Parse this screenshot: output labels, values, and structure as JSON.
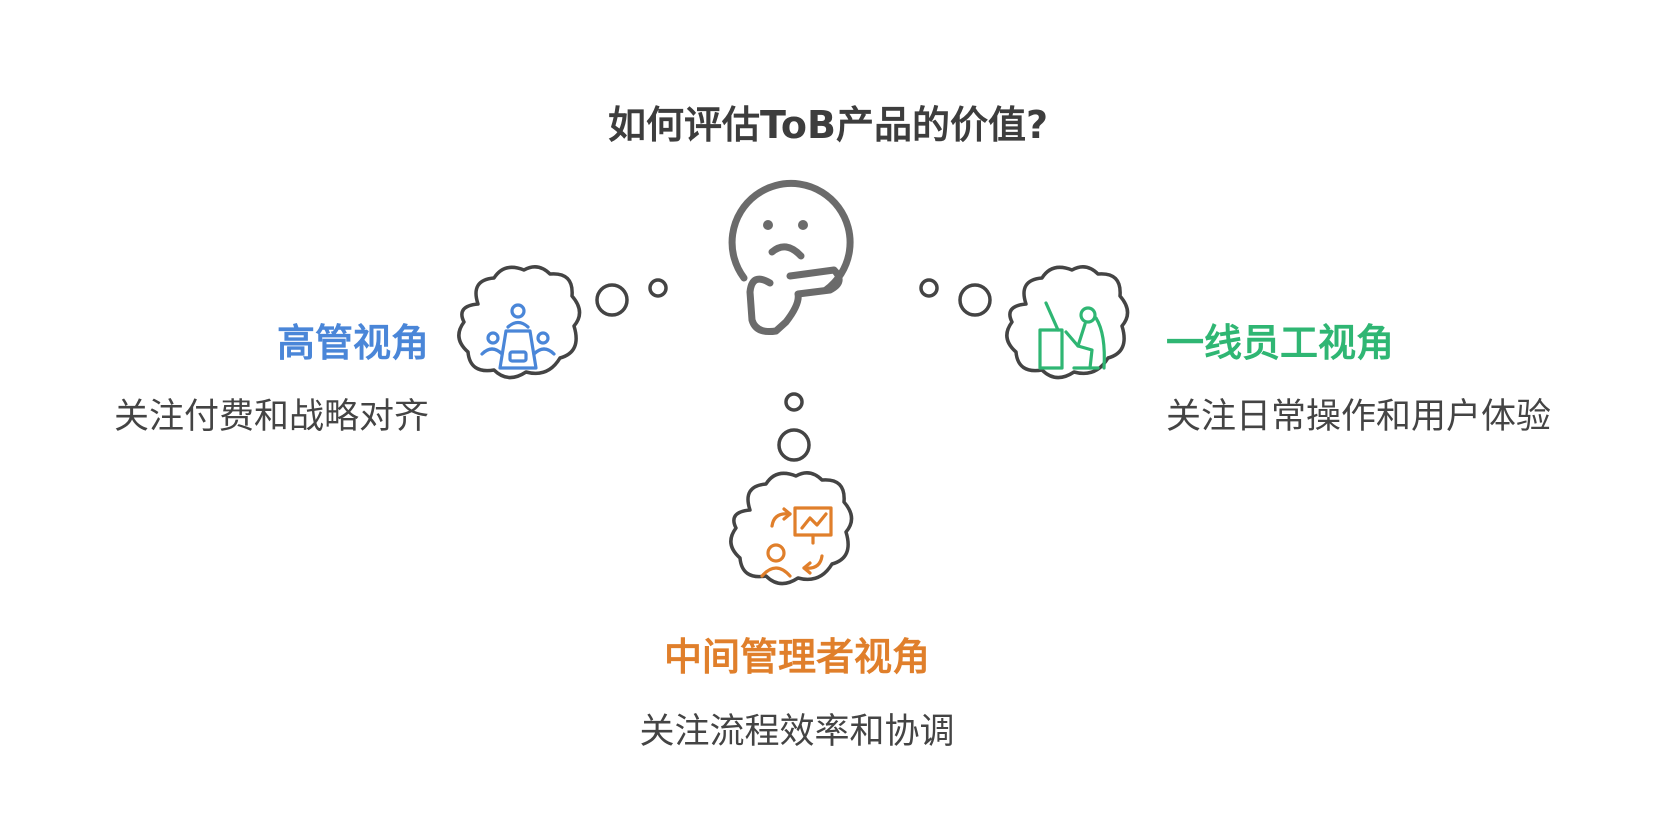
{
  "title": "如何评估ToB产品的价值?",
  "colors": {
    "exec": "#4a86d8",
    "staff": "#2fb673",
    "mid": "#e07f2b",
    "outline": "#444444",
    "face": "#6b6b6b"
  },
  "perspectives": {
    "exec": {
      "title": "高管视角",
      "desc": "关注付费和战略对齐",
      "icon": "boardroom-meeting-icon"
    },
    "staff": {
      "title": "一线员工视角",
      "desc": "关注日常操作和用户体验",
      "icon": "employee-at-desk-icon"
    },
    "mid": {
      "title": "中间管理者视角",
      "desc": "关注流程效率和协调",
      "icon": "manager-presentation-icon"
    }
  },
  "center_icon": "thinking-face-icon"
}
